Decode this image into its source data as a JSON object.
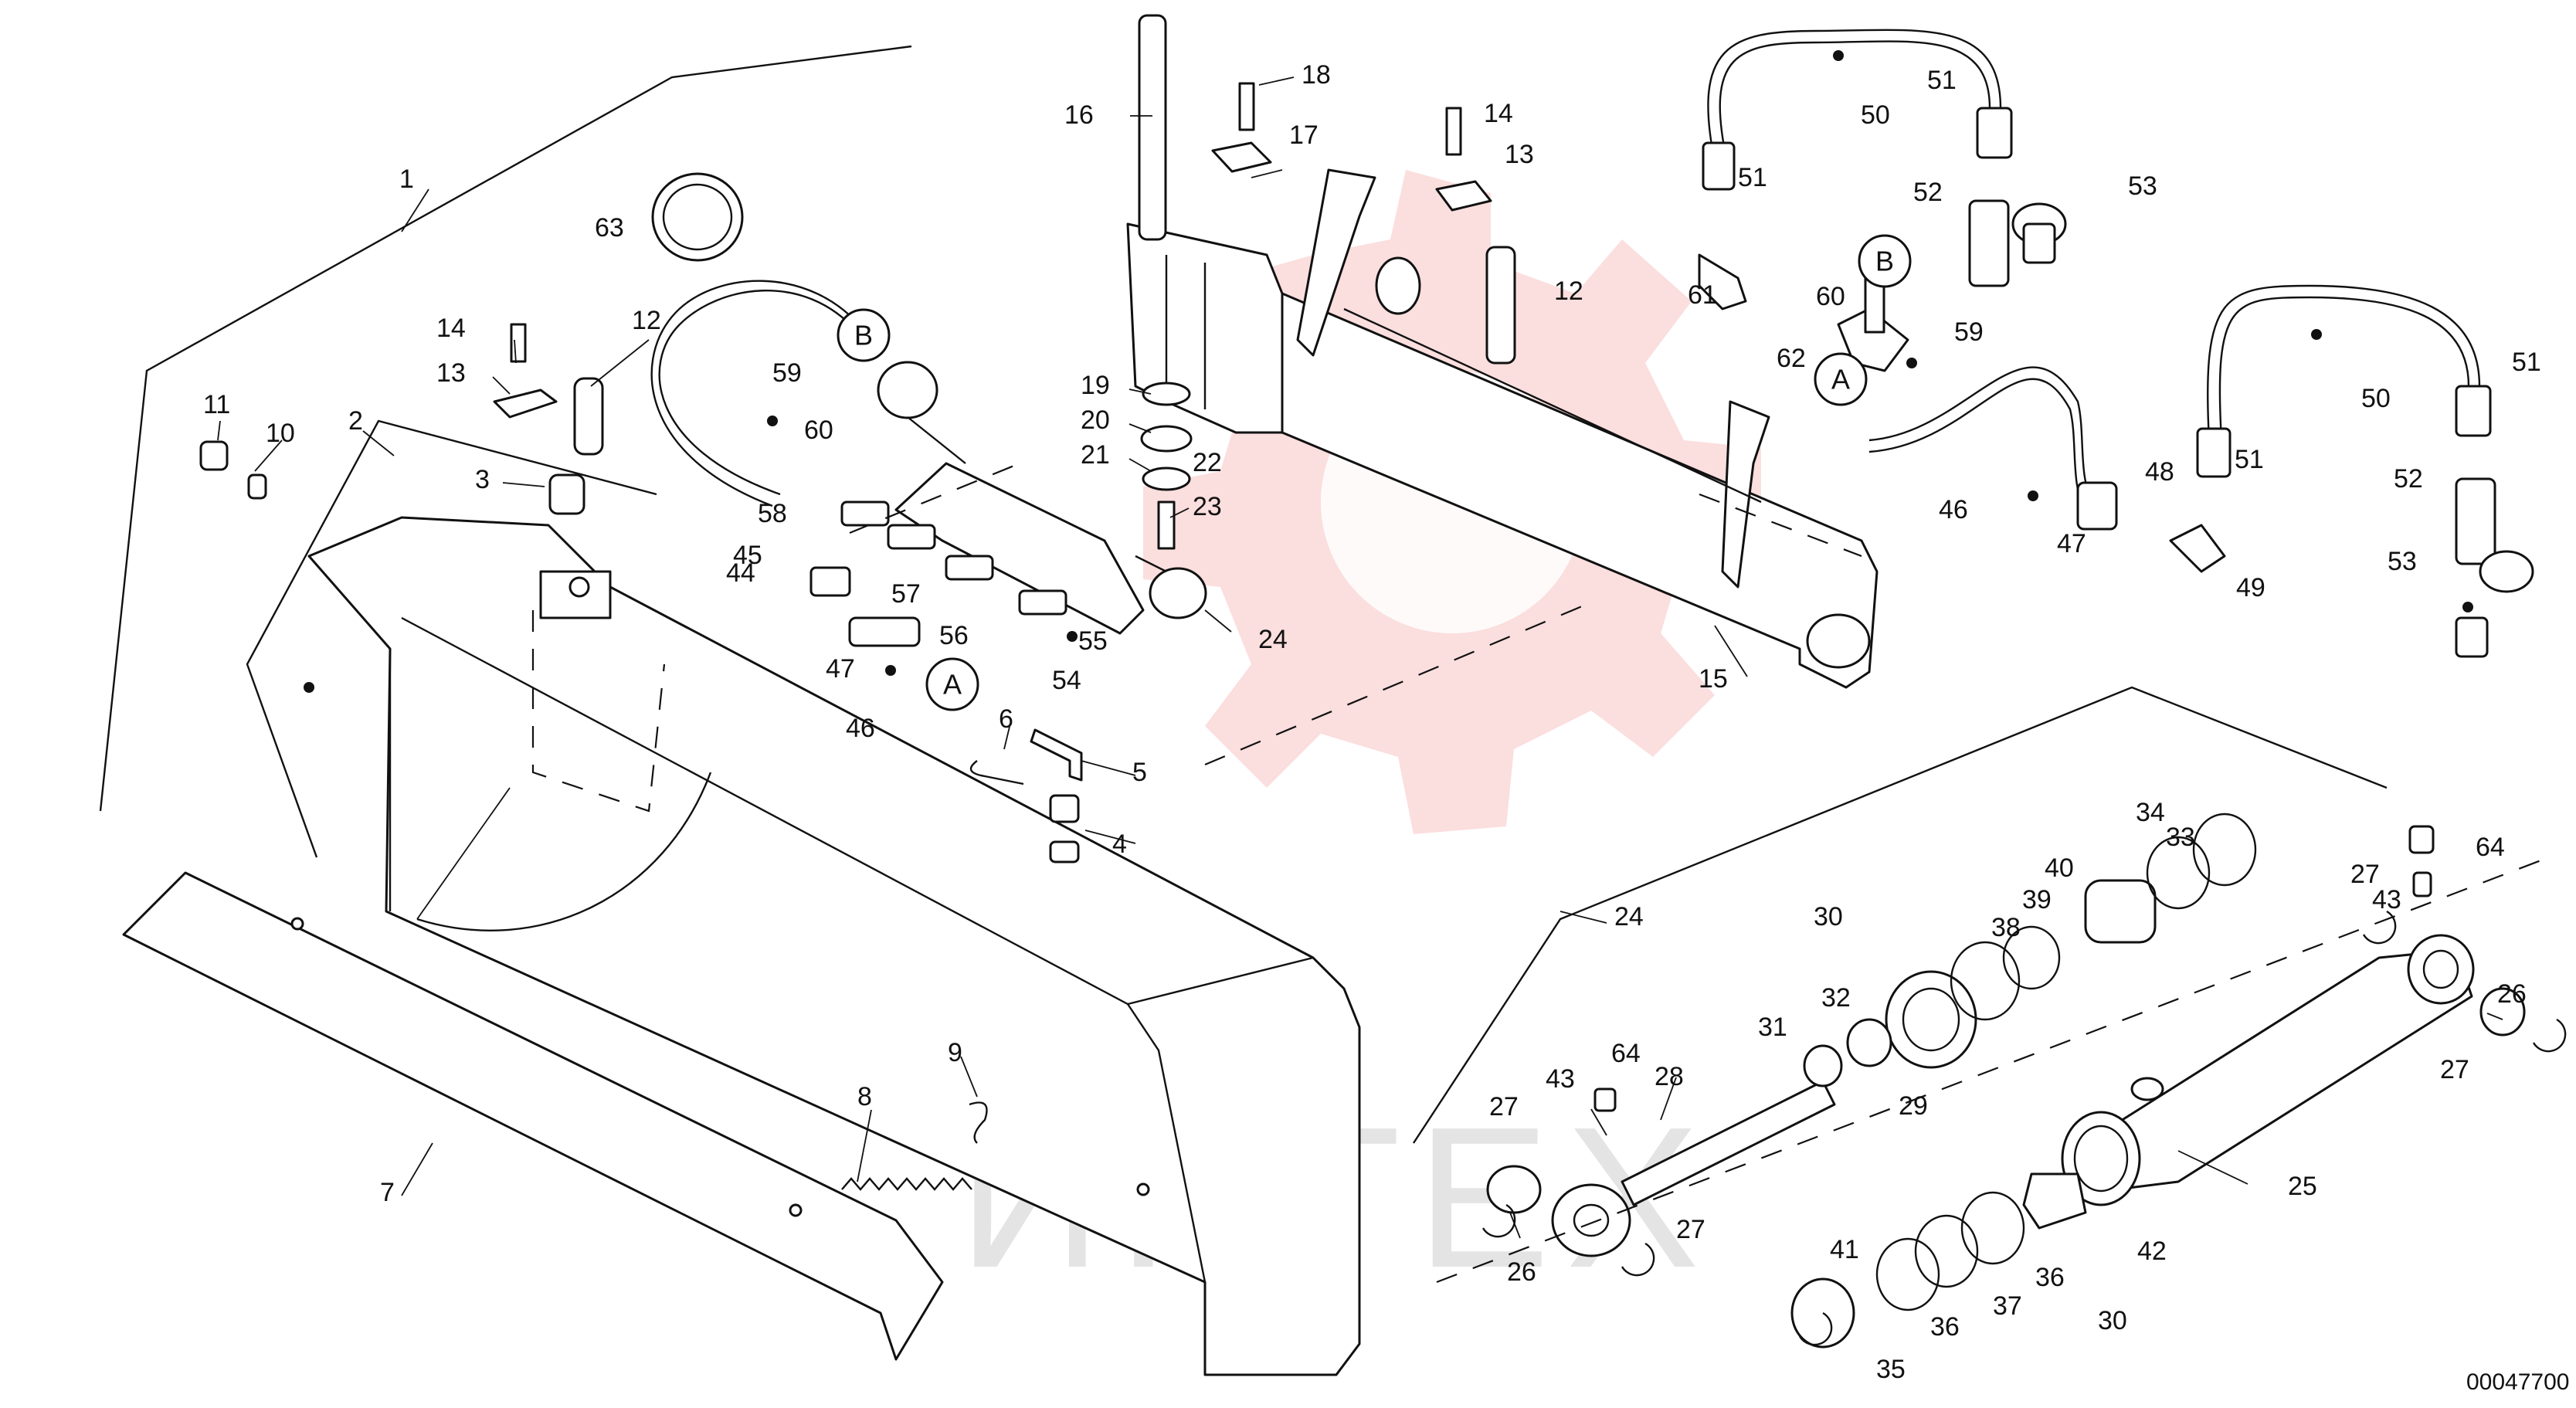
{
  "document_number": "00047700",
  "watermark_text": "ИНТЕХ",
  "callouts": [
    "1",
    "2",
    "3",
    "4",
    "5",
    "6",
    "7",
    "8",
    "9",
    "10",
    "11",
    "12",
    "12",
    "13",
    "13",
    "14",
    "14",
    "15",
    "16",
    "17",
    "18",
    "19",
    "20",
    "21",
    "22",
    "23",
    "24",
    "24",
    "25",
    "26",
    "26",
    "27",
    "27",
    "27",
    "27",
    "28",
    "29",
    "30",
    "30",
    "31",
    "32",
    "33",
    "34",
    "35",
    "36",
    "36",
    "37",
    "38",
    "39",
    "40",
    "41",
    "42",
    "43",
    "43",
    "44",
    "45",
    "46",
    "46",
    "47",
    "47",
    "48",
    "49",
    "50",
    "50",
    "51",
    "51",
    "51",
    "51",
    "52",
    "52",
    "53",
    "53",
    "54",
    "55",
    "56",
    "57",
    "58",
    "59",
    "59",
    "60",
    "60",
    "61",
    "62",
    "63",
    "64",
    "64"
  ],
  "connectors": [
    "A",
    "B",
    "A",
    "B"
  ]
}
